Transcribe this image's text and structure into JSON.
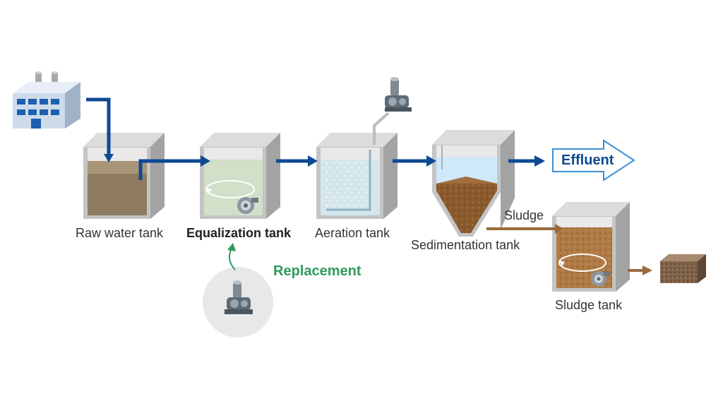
{
  "labels": {
    "raw_water_tank": "Raw water tank",
    "equalization_tank": "Equalization tank",
    "aeration_tank": "Aeration tank",
    "sedimentation_tank": "Sedimentation tank",
    "sludge_tank": "Sludge tank",
    "sludge": "Sludge",
    "effluent": "Effluent",
    "replacement": "Replacement"
  },
  "colors": {
    "flow_arrow": "#0d4a94",
    "effluent_text": "#0d4a94",
    "effluent_outline": "#3a8fd4",
    "sludge_arrow": "#9a6a3c",
    "replacement": "#2f9a5c",
    "tank_frame": "#b5b5b5",
    "raw_water": "#8f7c60",
    "equalization_water": "#d2dfc9",
    "aeration_water": "#d3e6ec",
    "clear_water": "#cfe8fa",
    "sludge": "#8a5a2c"
  },
  "icons": [
    "factory-icon",
    "blower-icon",
    "pump-icon",
    "sludge-cake-icon",
    "effluent-arrow-icon"
  ]
}
